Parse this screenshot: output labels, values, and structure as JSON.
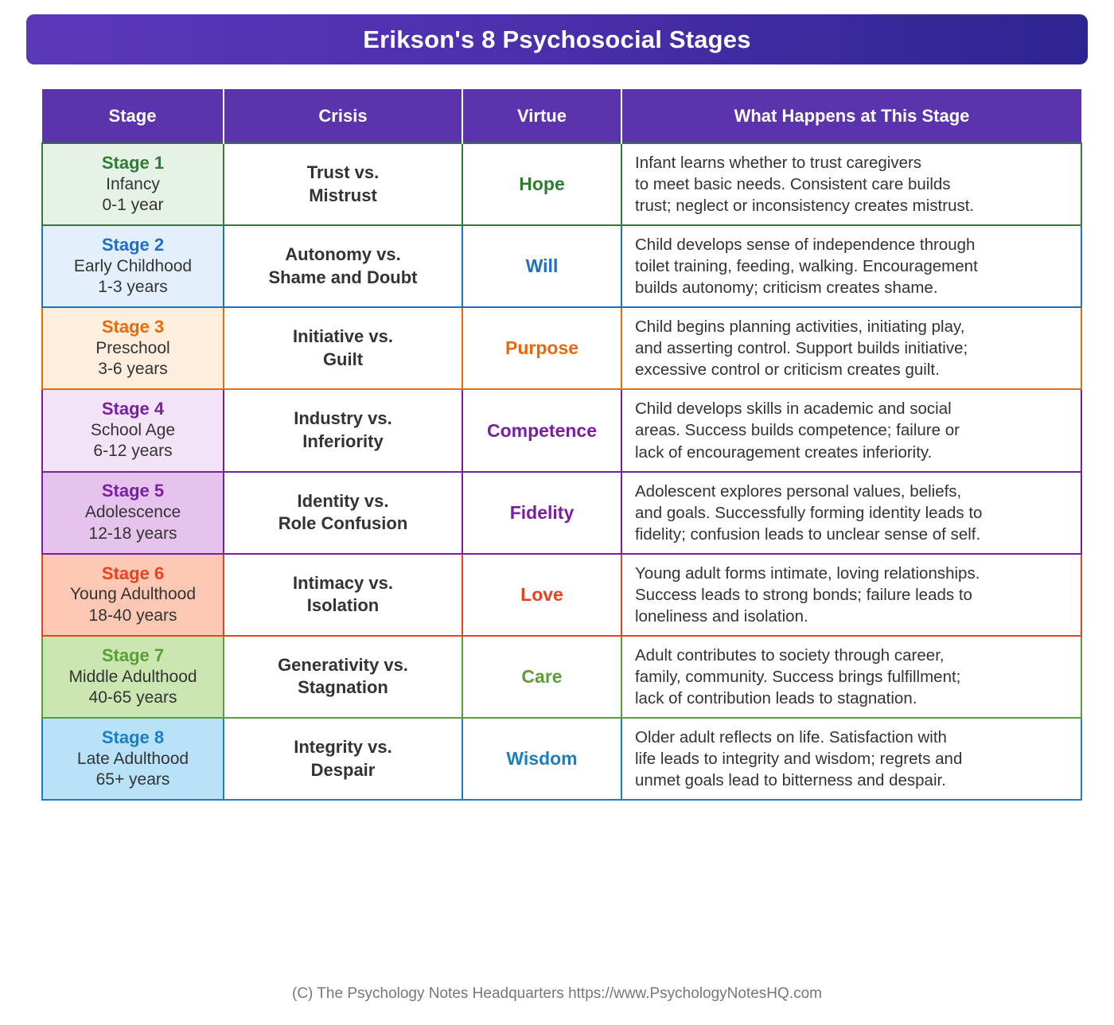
{
  "title": "Erikson's 8 Psychosocial Stages",
  "theme": {
    "banner_gradient_start": "#5b38ba",
    "banner_gradient_end": "#2e2491",
    "header_bg": "#5a33ad",
    "header_text": "#ffffff",
    "body_text": "#333333"
  },
  "table": {
    "columns": [
      {
        "key": "stage",
        "label": "Stage"
      },
      {
        "key": "crisis",
        "label": "Crisis"
      },
      {
        "key": "virtue",
        "label": "Virtue"
      },
      {
        "key": "what",
        "label": "What Happens at This Stage"
      }
    ],
    "rows": [
      {
        "stage_number": "Stage 1",
        "stage_period": "Infancy",
        "stage_age": "0-1 year",
        "crisis_line1": "Trust vs.",
        "crisis_line2": "Mistrust",
        "virtue": "Hope",
        "what_line1": "Infant learns whether to trust caregivers",
        "what_line2": "to meet basic needs. Consistent care builds",
        "what_line3": "trust; neglect or inconsistency creates mistrust.",
        "accent": "#2e7d32",
        "tint": "#e6f2e6"
      },
      {
        "stage_number": "Stage 2",
        "stage_period": "Early Childhood",
        "stage_age": "1-3 years",
        "crisis_line1": "Autonomy vs.",
        "crisis_line2": "Shame and Doubt",
        "virtue": "Will",
        "what_line1": "Child develops sense of independence through",
        "what_line2": "toilet training, feeding, walking. Encouragement",
        "what_line3": "builds autonomy; criticism creates shame.",
        "accent": "#1f6fc4",
        "tint": "#e3f0fb"
      },
      {
        "stage_number": "Stage 3",
        "stage_period": "Preschool",
        "stage_age": "3-6 years",
        "crisis_line1": "Initiative vs.",
        "crisis_line2": "Guilt",
        "virtue": "Purpose",
        "what_line1": "Child begins planning activities, initiating play,",
        "what_line2": "and asserting control. Support builds initiative;",
        "what_line3": "excessive control or criticism creates guilt.",
        "accent": "#ea6a0a",
        "tint": "#fdeedd"
      },
      {
        "stage_number": "Stage 4",
        "stage_period": "School Age",
        "stage_age": "6-12 years",
        "crisis_line1": "Industry vs.",
        "crisis_line2": "Inferiority",
        "virtue": "Competence",
        "what_line1": "Child develops skills in academic and social",
        "what_line2": "areas. Success builds competence; failure or",
        "what_line3": "lack of encouragement creates inferiority.",
        "accent": "#7b1fa2",
        "tint": "#f3e3f7"
      },
      {
        "stage_number": "Stage 5",
        "stage_period": "Adolescence",
        "stage_age": "12-18 years",
        "crisis_line1": "Identity vs.",
        "crisis_line2": "Role Confusion",
        "virtue": "Fidelity",
        "what_line1": "Adolescent explores personal values, beliefs,",
        "what_line2": "and goals. Successfully forming identity leads to",
        "what_line3": "fidelity; confusion leads to unclear sense of self.",
        "accent": "#7b1fa2",
        "tint": "#e5c3ec"
      },
      {
        "stage_number": "Stage 6",
        "stage_period": "Young Adulthood",
        "stage_age": "18-40 years",
        "crisis_line1": "Intimacy vs.",
        "crisis_line2": "Isolation",
        "virtue": "Love",
        "what_line1": "Young adult forms intimate, loving relationships.",
        "what_line2": "Success leads to strong bonds; failure leads to",
        "what_line3": "loneliness and isolation.",
        "accent": "#e8431f",
        "tint": "#fcc8b4"
      },
      {
        "stage_number": "Stage 7",
        "stage_period": "Middle Adulthood",
        "stage_age": "40-65 years",
        "crisis_line1": "Generativity vs.",
        "crisis_line2": "Stagnation",
        "virtue": "Care",
        "what_line1": "Adult contributes to society through career,",
        "what_line2": "family, community. Success brings fulfillment;",
        "what_line3": "lack of contribution leads to stagnation.",
        "accent": "#5a9e35",
        "tint": "#cbe6b0"
      },
      {
        "stage_number": "Stage 8",
        "stage_period": "Late Adulthood",
        "stage_age": "65+ years",
        "crisis_line1": "Integrity vs.",
        "crisis_line2": "Despair",
        "virtue": "Wisdom",
        "what_line1": "Older adult reflects on life. Satisfaction with",
        "what_line2": "life leads to integrity and wisdom; regrets and",
        "what_line3": "unmet goals lead to bitterness and despair.",
        "accent": "#1b7fc4",
        "tint": "#b8e2f7"
      }
    ]
  },
  "footer": "(C) The Psychology Notes Headquarters https://www.PsychologyNotesHQ.com"
}
